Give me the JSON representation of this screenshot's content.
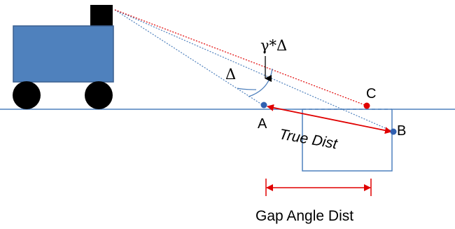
{
  "labels": {
    "point_a": "A",
    "point_b": "B",
    "point_c": "C",
    "angle_delta": "Δ",
    "gamma_delta": "γ*Δ",
    "true_dist": "True Dist",
    "gap_angle_dist": "Gap Angle Dist"
  },
  "colors": {
    "vehicle_body": "#4f81bd",
    "vehicle_outline": "#3a5f8f",
    "wheel": "#000000",
    "sensor": "#000000",
    "ground_line": "#4f81bd",
    "gap_outline": "#4f81bd",
    "dashed_rays": "#4f81bd",
    "red_ray": "#e00000",
    "arrow_red": "#e00000",
    "point_blue": "#3060b0",
    "point_red": "#e00000"
  },
  "icons": {
    "vehicle": "robot-vehicle-icon",
    "sensor": "sensor-head-icon"
  }
}
